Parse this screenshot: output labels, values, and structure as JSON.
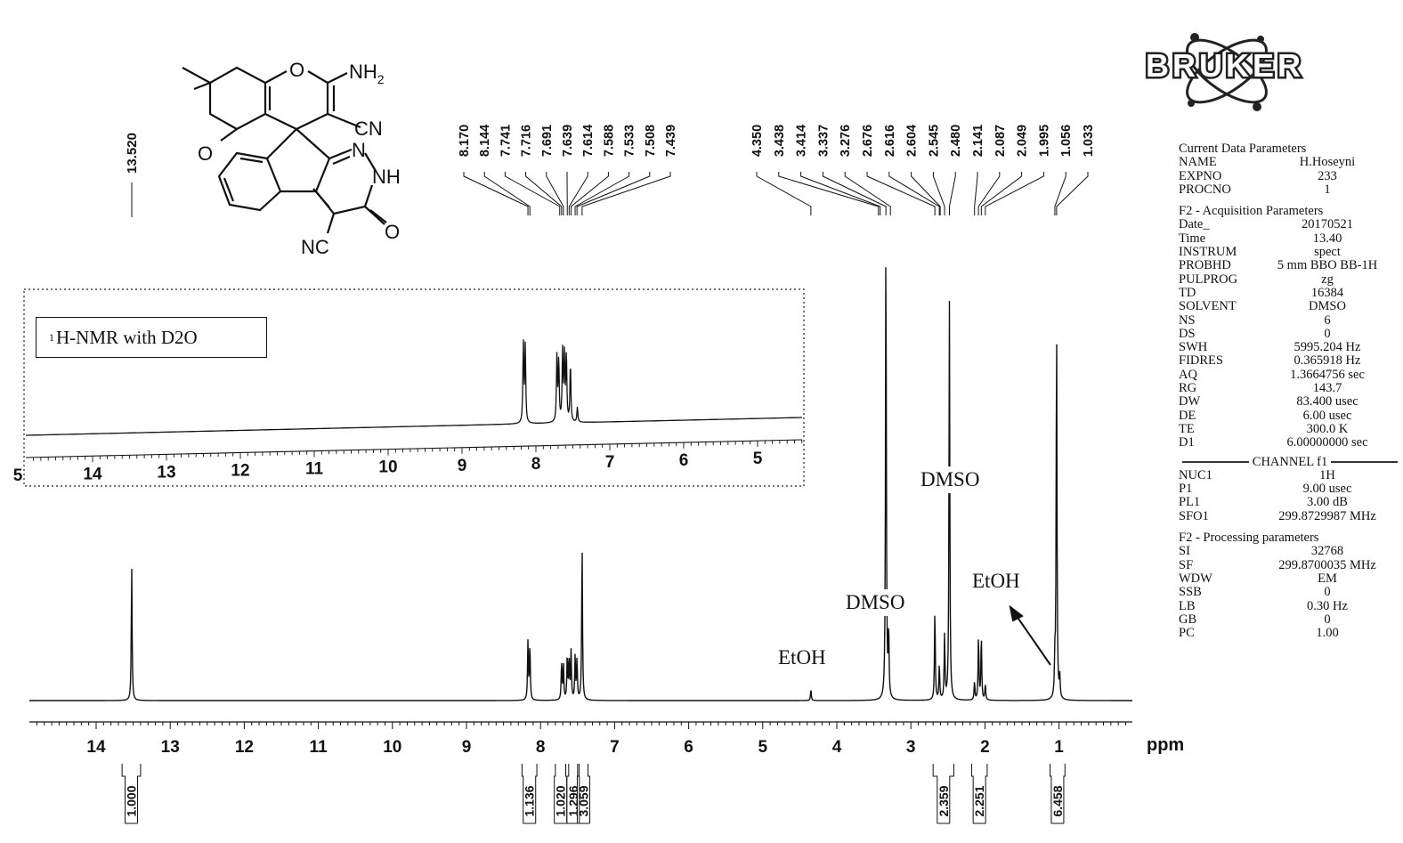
{
  "chart_data": {
    "type": "line",
    "title": "",
    "xlabel": "ppm",
    "xlim": [
      15,
      0
    ],
    "x_ticks": [
      "14",
      "13",
      "12",
      "11",
      "10",
      "9",
      "8",
      "7",
      "6",
      "5",
      "4",
      "3",
      "2",
      "1"
    ],
    "series": [
      {
        "peaks": [
          {
            "ppm": 13.52,
            "height": 0.5
          },
          {
            "ppm": 8.17,
            "height": 0.22
          },
          {
            "ppm": 8.144,
            "height": 0.21
          },
          {
            "ppm": 7.716,
            "height": 0.14
          },
          {
            "ppm": 7.691,
            "height": 0.13
          },
          {
            "ppm": 7.639,
            "height": 0.17
          },
          {
            "ppm": 7.614,
            "height": 0.15
          },
          {
            "ppm": 7.588,
            "height": 0.18
          },
          {
            "ppm": 7.533,
            "height": 0.16
          },
          {
            "ppm": 7.508,
            "height": 0.15
          },
          {
            "ppm": 7.439,
            "height": 0.58
          },
          {
            "ppm": 4.35,
            "height": 0.04
          },
          {
            "ppm": 3.337,
            "height": 1.76
          },
          {
            "ppm": 3.3,
            "height": 0.25
          },
          {
            "ppm": 2.676,
            "height": 0.34
          },
          {
            "ppm": 2.616,
            "height": 0.13
          },
          {
            "ppm": 2.545,
            "height": 0.24
          },
          {
            "ppm": 2.48,
            "height": 1.5
          },
          {
            "ppm": 2.141,
            "height": 0.07
          },
          {
            "ppm": 2.087,
            "height": 0.24
          },
          {
            "ppm": 2.049,
            "height": 0.24
          },
          {
            "ppm": 1.995,
            "height": 0.06
          },
          {
            "ppm": 1.056,
            "height": 0.13
          },
          {
            "ppm": 1.033,
            "height": 1.42
          },
          {
            "ppm": 0.99,
            "height": 0.08
          }
        ]
      }
    ],
    "peak_labels": {
      "group1": [
        "13.520"
      ],
      "group2": [
        "8.170",
        "8.144",
        "7.741",
        "7.716",
        "7.691",
        "7.639",
        "7.614",
        "7.588",
        "7.533",
        "7.508",
        "7.439"
      ],
      "group3": [
        "4.350",
        "3.438",
        "3.414",
        "3.337",
        "3.276",
        "2.676",
        "2.616",
        "2.604",
        "2.545",
        "2.480",
        "2.141",
        "2.087",
        "2.049",
        "1.995",
        "1.056",
        "1.033"
      ]
    },
    "integrals": [
      {
        "from": 13.65,
        "to": 13.4,
        "value": "1.000"
      },
      {
        "from": 8.25,
        "to": 8.05,
        "value": "1.136"
      },
      {
        "from": 7.8,
        "to": 7.66,
        "value": "1.020"
      },
      {
        "from": 7.62,
        "to": 7.5,
        "value": "1.296"
      },
      {
        "from": 7.48,
        "to": 7.36,
        "value": "3.059"
      },
      {
        "from": 2.7,
        "to": 2.42,
        "value": "2.359"
      },
      {
        "from": 2.18,
        "to": 1.97,
        "value": "2.251"
      },
      {
        "from": 1.12,
        "to": 0.92,
        "value": "6.458"
      }
    ],
    "annotations": [
      "EtOH",
      "DMSO",
      "DMSO",
      "EtOH"
    ],
    "inset": {
      "label_sup": "1",
      "label": "H-NMR with D2O",
      "x_ticks": [
        "5",
        "14",
        "13",
        "12",
        "11",
        "10",
        "9",
        "8",
        "7",
        "6",
        "5"
      ],
      "peaks": [
        {
          "ppm": 8.17,
          "height": 0.95
        },
        {
          "ppm": 8.144,
          "height": 0.9
        },
        {
          "ppm": 7.716,
          "height": 0.78
        },
        {
          "ppm": 7.691,
          "height": 0.72
        },
        {
          "ppm": 7.639,
          "height": 0.82
        },
        {
          "ppm": 7.614,
          "height": 0.76
        },
        {
          "ppm": 7.588,
          "height": 0.8
        },
        {
          "ppm": 7.533,
          "height": 0.7
        },
        {
          "ppm": 7.439,
          "height": 0.18
        }
      ]
    }
  },
  "structure": {
    "atoms": {
      "o": "O",
      "nh2": "NH",
      "nh2_sub": "2",
      "cn1": "CN",
      "n": "N",
      "nh": "NH",
      "o_ketone": "O",
      "o_lactam": "O",
      "cn2": "NC"
    }
  },
  "logo": {
    "text": "BRUKER"
  },
  "params": {
    "current_title": "Current Data Parameters",
    "current": [
      {
        "k": "NAME",
        "v": "H.Hoseyni"
      },
      {
        "k": "EXPNO",
        "v": "233"
      },
      {
        "k": "PROCNO",
        "v": "1"
      }
    ],
    "acq_title": "F2 - Acquisition Parameters",
    "acq": [
      {
        "k": "Date_",
        "v": "20170521"
      },
      {
        "k": "Time",
        "v": "13.40"
      },
      {
        "k": "INSTRUM",
        "v": "spect"
      },
      {
        "k": "PROBHD",
        "v": "5 mm BBO BB-1H"
      },
      {
        "k": "PULPROG",
        "v": "zg"
      },
      {
        "k": "TD",
        "v": "16384"
      },
      {
        "k": "SOLVENT",
        "v": "DMSO"
      },
      {
        "k": "NS",
        "v": "6"
      },
      {
        "k": "DS",
        "v": "0"
      },
      {
        "k": "SWH",
        "v": "5995.204 Hz"
      },
      {
        "k": "FIDRES",
        "v": "0.365918 Hz"
      },
      {
        "k": "AQ",
        "v": "1.3664756 sec"
      },
      {
        "k": "RG",
        "v": "143.7"
      },
      {
        "k": "DW",
        "v": "83.400 usec"
      },
      {
        "k": "DE",
        "v": "6.00 usec"
      },
      {
        "k": "TE",
        "v": "300.0 K"
      },
      {
        "k": "D1",
        "v": "6.00000000 sec"
      }
    ],
    "channel_title": "CHANNEL f1",
    "channel": [
      {
        "k": "NUC1",
        "v": "1H"
      },
      {
        "k": "P1",
        "v": "9.00 usec"
      },
      {
        "k": "PL1",
        "v": "3.00 dB"
      },
      {
        "k": "SFO1",
        "v": "299.8729987 MHz"
      }
    ],
    "proc_title": "F2 - Processing parameters",
    "proc": [
      {
        "k": "SI",
        "v": "32768"
      },
      {
        "k": "SF",
        "v": "299.8700035 MHz"
      },
      {
        "k": "WDW",
        "v": "EM"
      },
      {
        "k": "SSB",
        "v": "0"
      },
      {
        "k": "LB",
        "v": "0.30 Hz"
      },
      {
        "k": "GB",
        "v": "0"
      },
      {
        "k": "PC",
        "v": "1.00"
      }
    ]
  }
}
